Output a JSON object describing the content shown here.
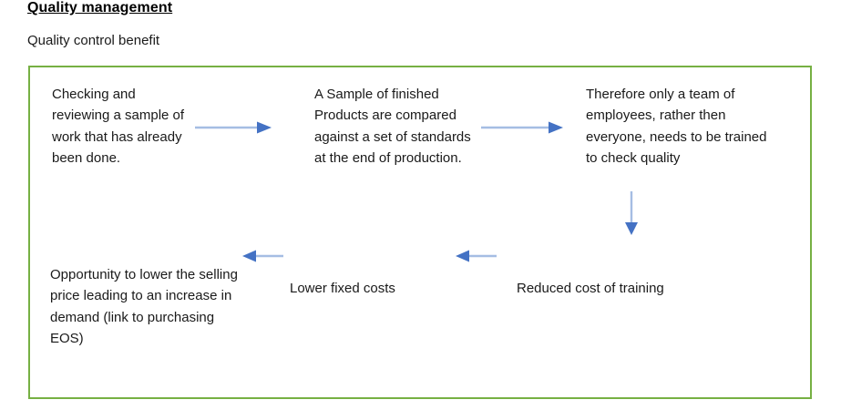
{
  "page": {
    "title": "Quality management",
    "subtitle": "Quality control benefit"
  },
  "colors": {
    "frame_border": "#76b043",
    "arrow_line": "#A5BDE3",
    "arrow_head": "#4472C4",
    "text": "#1a1a1a",
    "background": "#ffffff"
  },
  "diagram": {
    "nodes": [
      {
        "id": "checking",
        "text": "Checking and reviewing a sample of work that has already been done.",
        "row": "top",
        "column": 1
      },
      {
        "id": "sample",
        "text": "A Sample of finished Products are compared against a set of standards at the end of production.",
        "row": "top",
        "column": 2
      },
      {
        "id": "team",
        "text": "Therefore only a team of employees, rather then everyone, needs to be trained to check quality",
        "row": "top",
        "column": 3
      },
      {
        "id": "opportunity",
        "text": "Opportunity to lower the selling price leading to an increase in demand (link to purchasing EOS)",
        "row": "bottom",
        "column": 1
      },
      {
        "id": "lower-fixed-costs",
        "text": "Lower fixed costs",
        "row": "bottom",
        "column": 2
      },
      {
        "id": "reduced-cost-of-training",
        "text": "Reduced cost of training",
        "row": "bottom",
        "column": 3
      }
    ],
    "connectors": [
      {
        "id": "arrow-right-1",
        "direction": "right",
        "from": "checking",
        "to": "sample"
      },
      {
        "id": "arrow-right-2",
        "direction": "right",
        "from": "sample",
        "to": "team"
      },
      {
        "id": "arrow-down-1",
        "direction": "down",
        "from": "team",
        "to": "reduced-cost-of-training"
      },
      {
        "id": "arrow-left-2",
        "direction": "left",
        "from": "reduced-cost-of-training",
        "to": "lower-fixed-costs"
      },
      {
        "id": "arrow-left-1",
        "direction": "left",
        "from": "lower-fixed-costs",
        "to": "opportunity"
      }
    ]
  }
}
